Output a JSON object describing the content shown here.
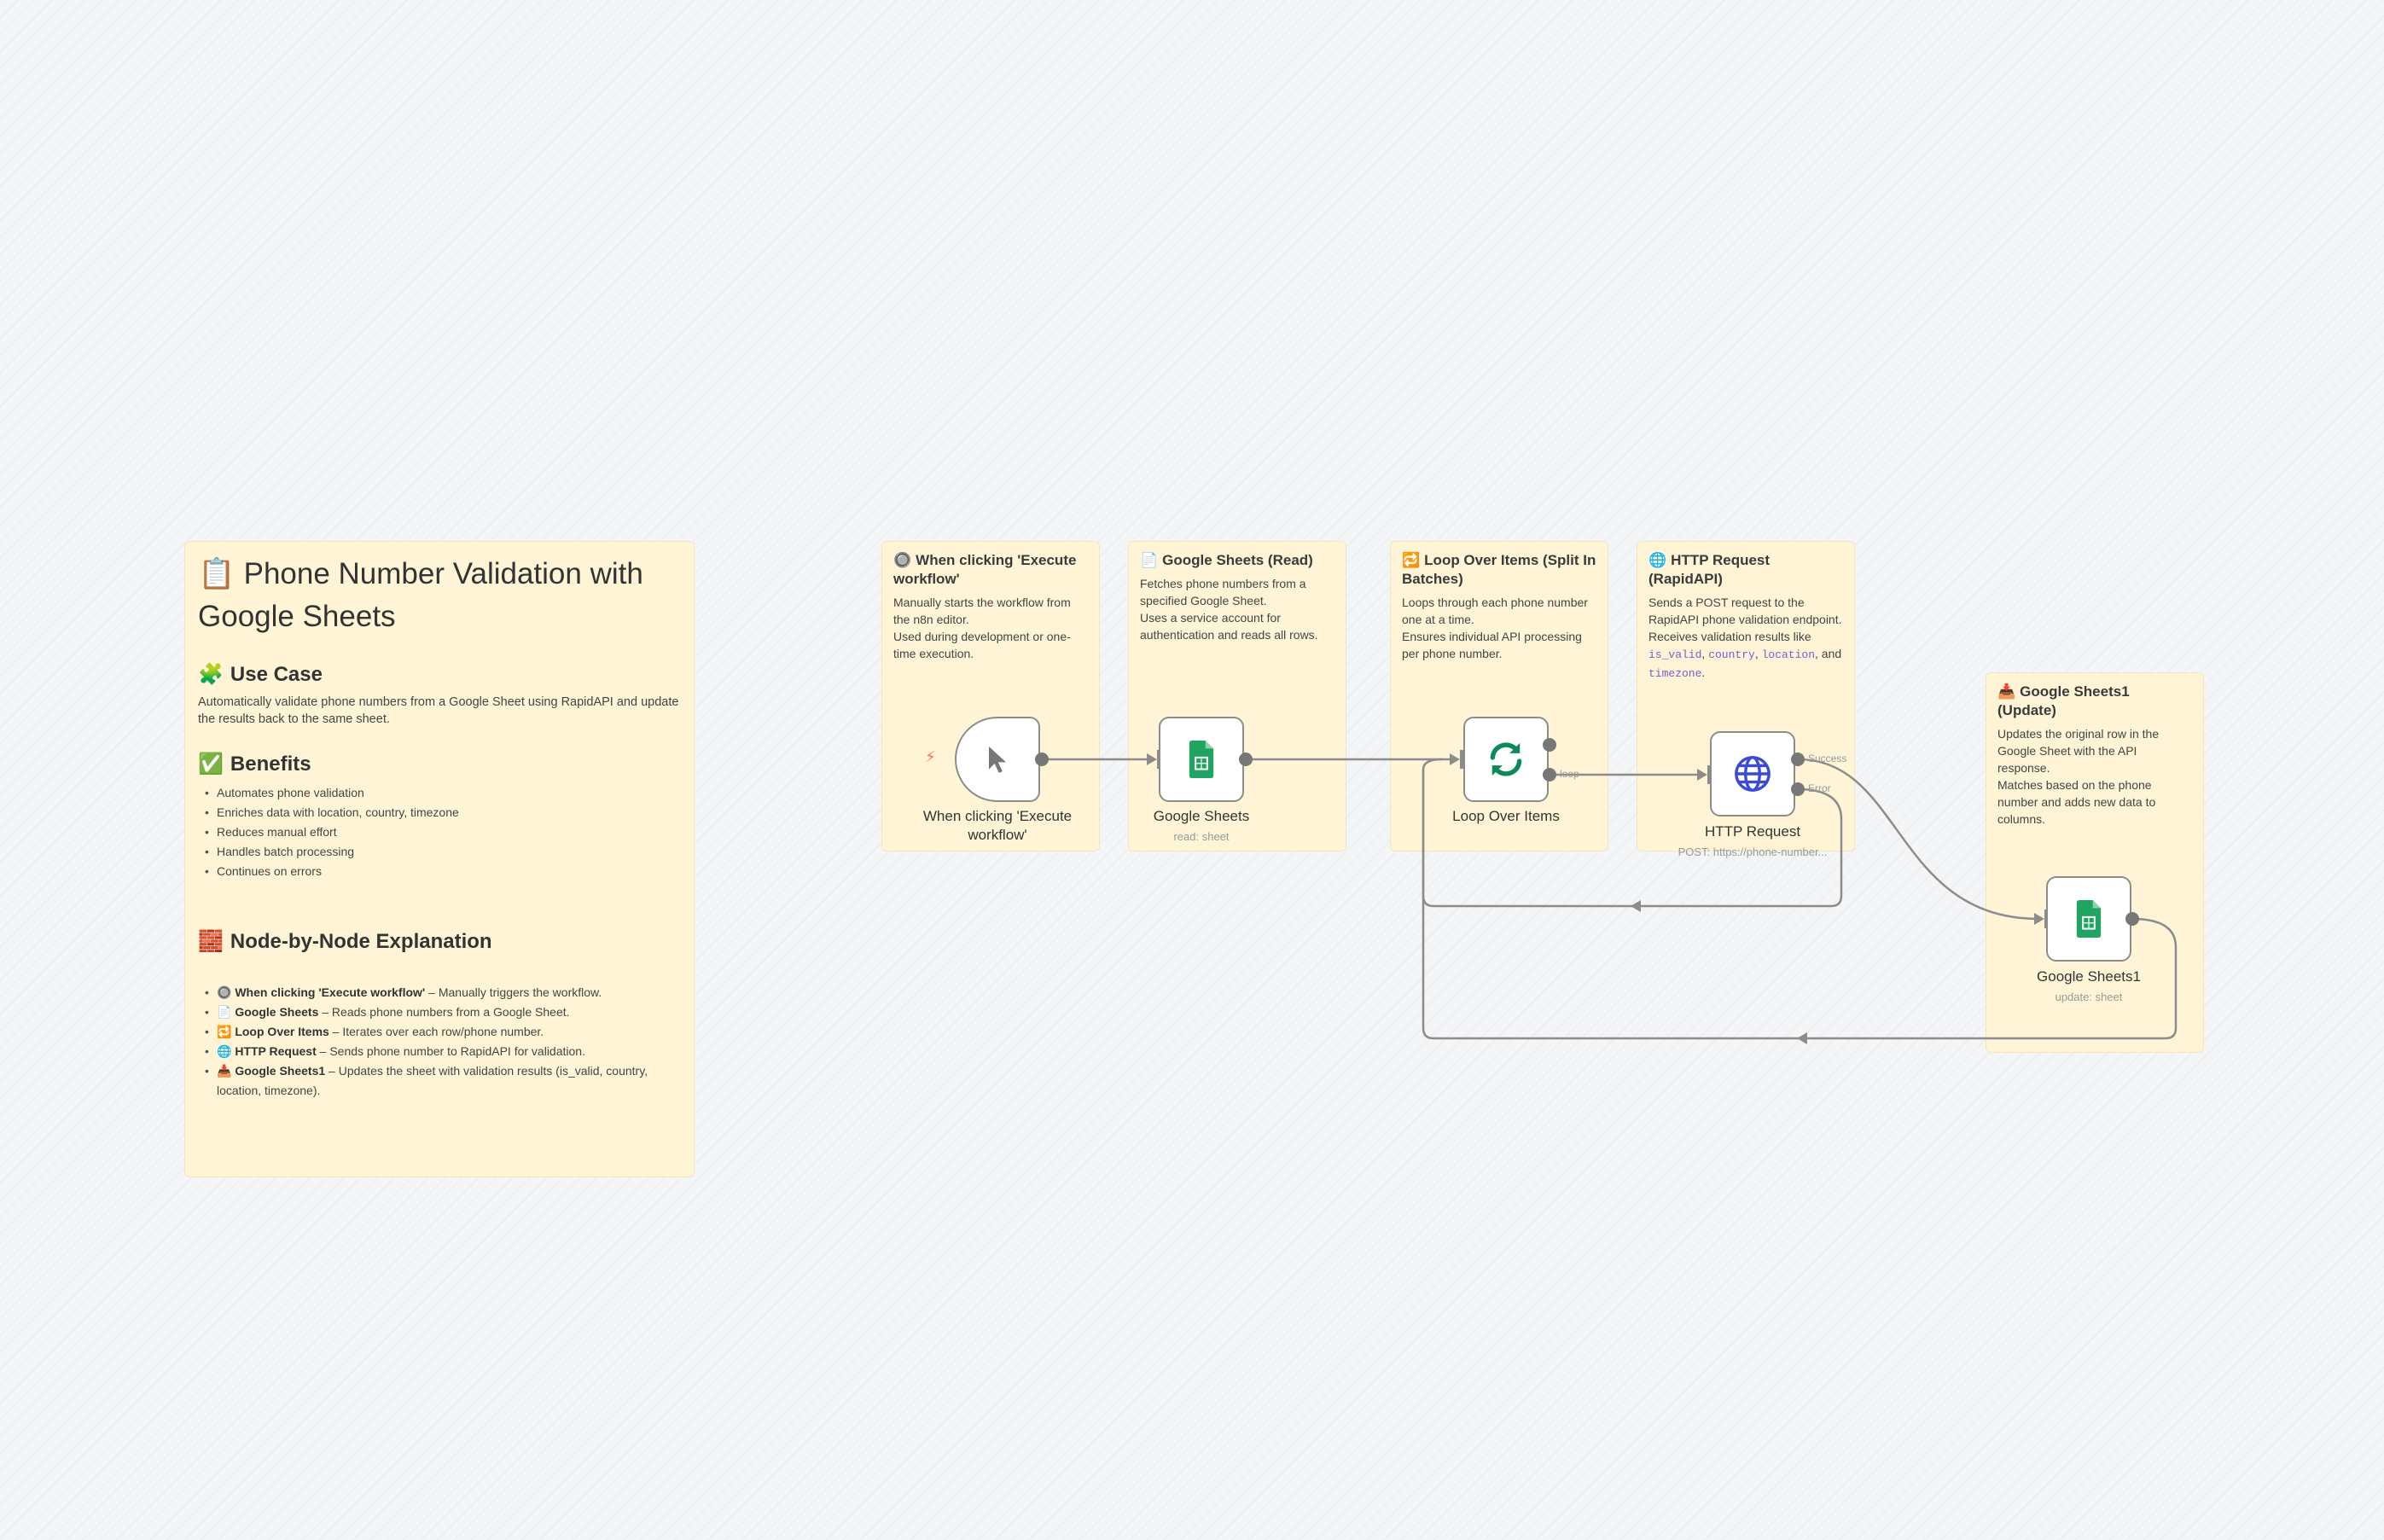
{
  "main_note": {
    "icon": "📋",
    "title": "Phone Number Validation with Google Sheets",
    "use_case": {
      "icon": "🧩",
      "heading": "Use Case",
      "text": "Automatically validate phone numbers from a Google Sheet using RapidAPI and update the results back to the same sheet."
    },
    "benefits": {
      "icon": "✅",
      "heading": "Benefits",
      "items": [
        "Automates phone validation",
        "Enriches data with location, country, timezone",
        "Reduces manual effort",
        "Handles batch processing",
        "Continues on errors"
      ]
    },
    "explanation": {
      "icon": "🧱",
      "heading": "Node-by-Node Explanation",
      "items": [
        {
          "icon": "🔘",
          "name": "When clicking 'Execute workflow'",
          "desc": " – Manually triggers the workflow."
        },
        {
          "icon": "📄",
          "name": "Google Sheets",
          "desc": " – Reads phone numbers from a Google Sheet."
        },
        {
          "icon": "🔁",
          "name": "Loop Over Items",
          "desc": " – Iterates over each row/phone number."
        },
        {
          "icon": "🌐",
          "name": "HTTP Request",
          "desc": " – Sends phone number to RapidAPI for validation."
        },
        {
          "icon": "📥",
          "name": "Google Sheets1",
          "desc": " – Updates the sheet with validation results (is_valid, country, location, timezone)."
        }
      ]
    }
  },
  "notes": {
    "trigger": {
      "icon": "🔘",
      "title": "When clicking 'Execute workflow'",
      "lines": [
        "Manually starts the workflow from the n8n editor.",
        "Used during development or one-time execution."
      ]
    },
    "sheets_read": {
      "icon": "📄",
      "title": "Google Sheets (Read)",
      "lines": [
        "Fetches phone numbers from a specified Google Sheet.",
        "Uses a service account for authentication and reads all rows."
      ]
    },
    "loop": {
      "icon": "🔁",
      "title": "Loop Over Items (Split In Batches)",
      "lines": [
        "Loops through each phone number one at a time.",
        "Ensures individual API processing per phone number."
      ]
    },
    "http": {
      "icon": "🌐",
      "title": "HTTP Request (RapidAPI)",
      "line1": "Sends a POST request to the RapidAPI phone validation endpoint.",
      "line2": "Receives validation results like ",
      "codes": [
        "is_valid",
        "country",
        "location",
        "timezone"
      ],
      "sep1": ", ",
      "sep2": ", ",
      "sep3": ", and ",
      "end": "."
    },
    "sheets_update": {
      "icon": "📥",
      "title": "Google Sheets1 (Update)",
      "lines": [
        "Updates the original row in the Google Sheet with the API response.",
        "Matches based on the phone number and adds new data to columns."
      ]
    }
  },
  "nodes": {
    "trigger": {
      "label": "When clicking 'Execute workflow'",
      "icon": "cursor-icon"
    },
    "sheets": {
      "label": "Google Sheets",
      "sub": "read: sheet",
      "icon": "google-sheets-icon"
    },
    "loop": {
      "label": "Loop Over Items",
      "icon": "loop-icon",
      "port_loop": "loop"
    },
    "http": {
      "label": "HTTP Request",
      "sub": "POST: https://phone-number...",
      "icon": "globe-icon",
      "port_success": "Success",
      "port_error": "Error"
    },
    "sheets1": {
      "label": "Google Sheets1",
      "sub": "update: sheet",
      "icon": "google-sheets-icon"
    }
  },
  "colors": {
    "sticky": "#fff5d6",
    "sheets_green": "#20a462",
    "loop_green": "#0d8a5a",
    "globe_blue": "#3b4bd8",
    "trigger_bolt": "#ff6d5a"
  }
}
